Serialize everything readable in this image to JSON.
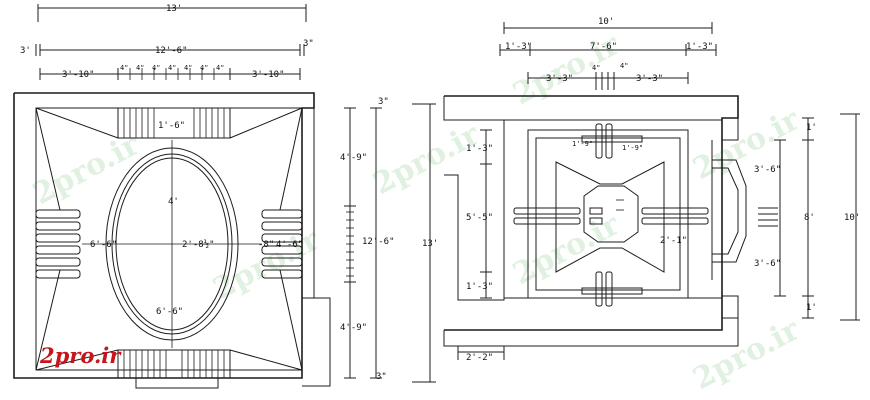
{
  "logo": "2pro.ir",
  "watermark": "2pro.ir",
  "left_plan": {
    "dims": {
      "overall_top": "13'",
      "left_edge": "3'",
      "mid_top": "12'-6\"",
      "right_edge": "3\"",
      "seg_left": "3'-10\"",
      "seg_right": "3'-10\"",
      "small_seg": "4\"",
      "upper_band": "1'-6\"",
      "oval_height": "4'",
      "center_left": "6'-6\"",
      "center_right": "2'-8½\"",
      "side_right_a": "-8\"",
      "side_right_b": "4'-6\"",
      "oval_lower": "6'-6\"",
      "right_top": "4'-9\"",
      "right_mid": "12'-6\"",
      "right_bottom": "4'-9\"",
      "right_small_top": "3\"",
      "right_small_bottom": "3\"",
      "right_overall": "13'"
    }
  },
  "right_plan": {
    "dims": {
      "overall_top": "10'",
      "seg_left": "1'-3\"",
      "seg_mid": "7'-6\"",
      "seg_right": "1'-3\"",
      "sub_left": "3'-3\"",
      "sub_right": "3'-3\"",
      "sub_mid_a": "4\"",
      "sub_mid_b": "4\"",
      "inner_top_small": "1'-9\"",
      "inner_top_small_b": "1'-9\"",
      "left_upper": "1'-3\"",
      "left_mid": "5'-5\"",
      "left_lower": "1'-3\"",
      "center_label": "2'-1\"",
      "right_upper": "3'-6\"",
      "right_mid": "8'",
      "right_lower": "3'-6\"",
      "right_overall": "10'",
      "right_small_top": "1'",
      "right_small_bottom": "1'",
      "bottom_left": "2'-2\""
    }
  }
}
